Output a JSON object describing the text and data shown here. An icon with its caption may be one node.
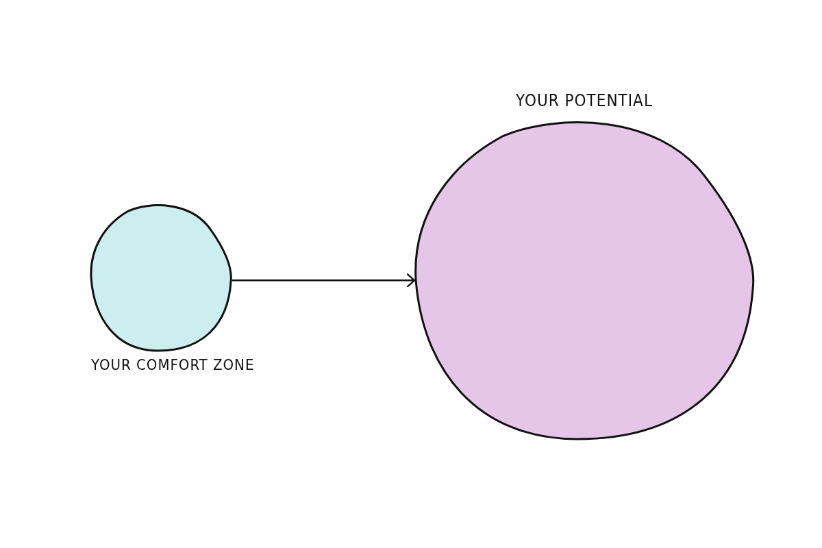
{
  "diagram": {
    "nodes": [
      {
        "text": [
          "YOUR COMFORT ZONE"
        ]
      },
      {
        "text": [
          "YOUR POTENTIAL"
        ]
      }
    ],
    "edges": [
      {
        "from": 0,
        "to": 1,
        "arrow": "to"
      }
    ]
  }
}
